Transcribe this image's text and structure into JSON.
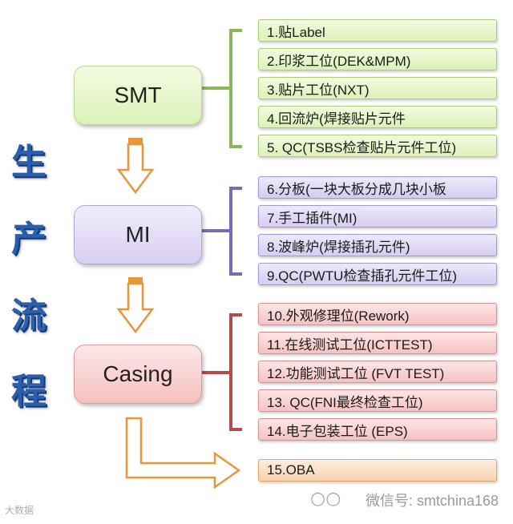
{
  "title_chars": [
    "生",
    "产",
    "流",
    "程"
  ],
  "stages": [
    {
      "label": "SMT",
      "color": "#dcf2b6"
    },
    {
      "label": "MI",
      "color": "#d9cff2"
    },
    {
      "label": "Casing",
      "color": "#f6c0c0"
    }
  ],
  "steps": [
    "1.贴Label",
    "2.印浆工位(DEK&MPM)",
    "3.贴片工位(NXT)",
    "4.回流炉(焊接贴片元件",
    "5. QC(TSBS检查贴片元件工位)",
    "6.分板(一块大板分成几块小板",
    "7.手工插件(MI)",
    "8.波峰炉(焊接插孔元件)",
    "9.QC(PWTU检查插孔元件工位)",
    "10.外观修理位(Rework)",
    "11.在线测试工位(ICTTEST)",
    "12.功能测试工位 (FVT TEST)",
    "13. QC(FNI最终检查工位)",
    "14.电子包装工位 (EPS)",
    "15.OBA"
  ],
  "watermark": {
    "icon": "wechat-icon",
    "text": "微信号: smtchina168"
  },
  "corner_logo": "大数据",
  "colors": {
    "title": "#2a5fae",
    "bracket_green": "#8db85a",
    "bracket_purple": "#7a6bb8",
    "bracket_red": "#b84a4a",
    "arrow_orange": "#e8963a"
  }
}
